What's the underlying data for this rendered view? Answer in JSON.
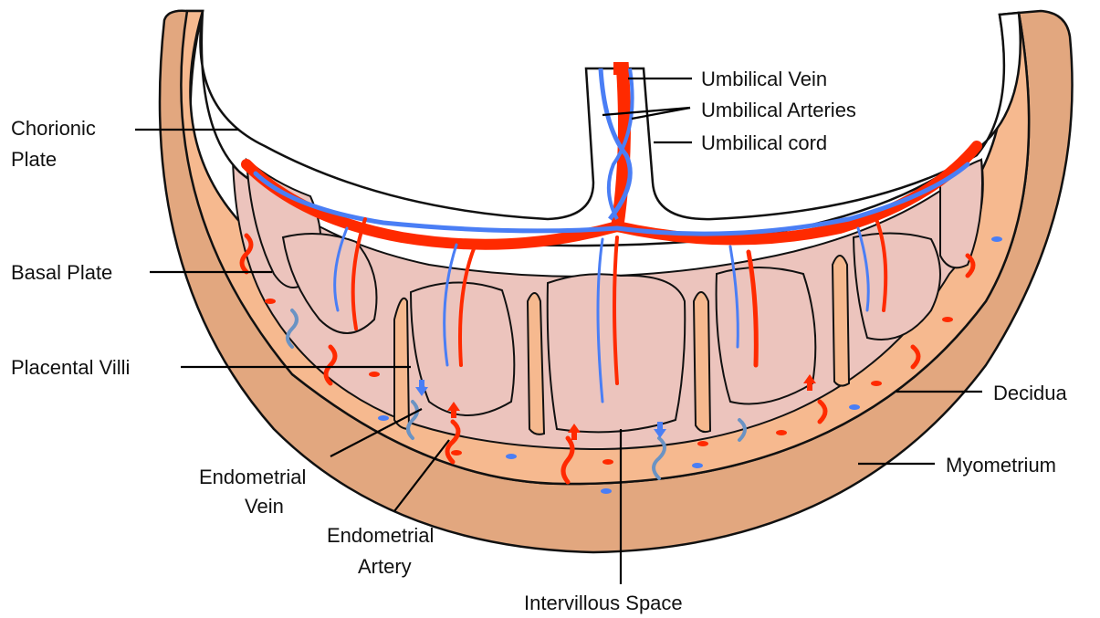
{
  "colors": {
    "myometrium": "#e2a77f",
    "decidua": "#f6b98f",
    "villi": "#ecc4bd",
    "chorion_white": "#ffffff",
    "outline": "#111111",
    "artery_red": "#ff2a00",
    "vein_blue": "#4a7ef5",
    "endometrial_vein": "#6a93c4"
  },
  "labels": {
    "umbilical_vein": "Umbilical Vein",
    "umbilical_arteries": "Umbilical Arteries",
    "umbilical_cord": "Umbilical cord",
    "chorionic_plate_line1": "Chorionic",
    "chorionic_plate_line2": "Plate",
    "basal_plate": "Basal Plate",
    "placental_villi": "Placental Villi",
    "decidua": "Decidua",
    "myometrium": "Myometrium",
    "endometrial_vein_line1": "Endometrial",
    "endometrial_vein_line2": "Vein",
    "endometrial_artery_line1": "Endometrial",
    "endometrial_artery_line2": "Artery",
    "intervillous_space": "Intervillous Space"
  }
}
